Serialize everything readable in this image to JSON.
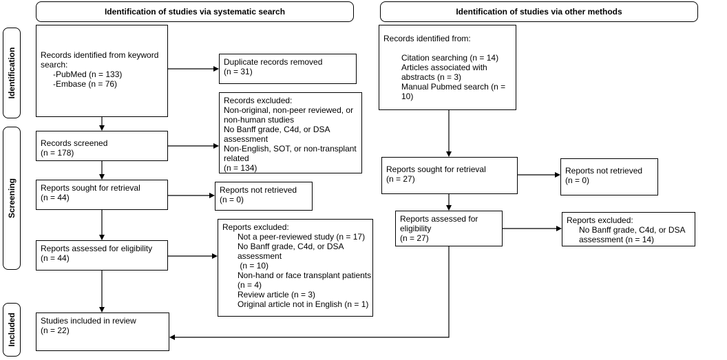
{
  "headers": {
    "systematic": "Identification of studies via systematic search",
    "other": "Identification of studies via other methods"
  },
  "stages": {
    "identification": "Identification",
    "screening": "Screening",
    "included": "Included"
  },
  "left": {
    "identified": {
      "line1": "Records identified from keyword",
      "line2": "search:",
      "line3": "-PubMed (n = 133)",
      "line4": "-Embase (n = 76)"
    },
    "duplicates": {
      "line1": "Duplicate records removed",
      "line2": "(n = 31)"
    },
    "screened": {
      "line1": "Records screened",
      "line2": "(n = 178)"
    },
    "excluded_records": {
      "line1": "Records excluded:",
      "line2": "Non-original, non-peer reviewed, or",
      "line3": "non-human studies",
      "line4": "No Banff grade, C4d, or DSA",
      "line5": "assessment",
      "line6": "Non-English, SOT, or non-transplant",
      "line7": "related",
      "line8": "(n = 134)"
    },
    "sought": {
      "line1": "Reports sought for retrieval",
      "line2": "(n = 44)"
    },
    "not_retrieved": {
      "line1": "Reports not retrieved",
      "line2": "(n = 0)"
    },
    "assessed": {
      "line1": "Reports assessed for eligibility",
      "line2": "(n = 44)"
    },
    "excluded_reports": {
      "line1": "Reports excluded:",
      "line2": "Not a peer-reviewed study (n = 17)",
      "line3": "No Banff grade, C4d, or DSA",
      "line4": "assessment",
      "line5": " (n = 10)",
      "line6": "Non-hand or face transplant patients",
      "line7": "(n = 4)",
      "line8": "Review article (n = 3)",
      "line9": "Original article not in English (n = 1)"
    },
    "included": {
      "line1": "Studies included in review",
      "line2": "(n = 22)"
    }
  },
  "right": {
    "identified": {
      "line1": "Records identified from:",
      "line2": "Citation searching (n = 14)",
      "line3": "Articles associated with",
      "line4": "abstracts (n = 3)",
      "line5": "Manual Pubmed search (n =",
      "line6": "10)"
    },
    "sought": {
      "line1": "Reports sought for retrieval",
      "line2": "(n = 27)"
    },
    "not_retrieved": {
      "line1": "Reports not retrieved",
      "line2": "(n = 0)"
    },
    "assessed": {
      "line1": "Reports assessed for",
      "line2": "eligibility",
      "line3": "(n = 27)"
    },
    "excluded": {
      "line1": "Reports excluded:",
      "line2": "No Banff grade, C4d, or DSA",
      "line3": "assessment (n = 14)"
    }
  }
}
